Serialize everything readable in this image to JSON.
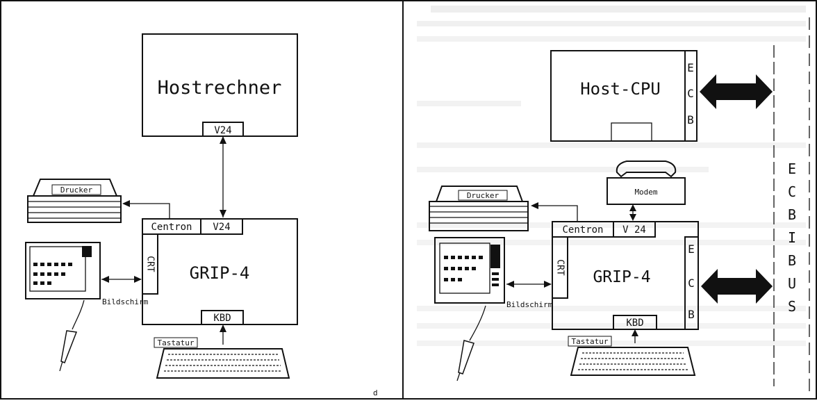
{
  "left_panel": {
    "host": {
      "title": "Hostrechner",
      "port": "V24"
    },
    "grip": {
      "title": "GRIP-4",
      "port_centron": "Centron",
      "port_v24": "V24",
      "port_crt": "CRT",
      "port_kbd": "KBD"
    },
    "printer_label": "Drucker",
    "screen_label": "Bildschirm",
    "keyboard_label": "Tastatur",
    "corner_mark": "d"
  },
  "right_panel": {
    "host": {
      "title": "Host-CPU",
      "ecb": "ECB"
    },
    "grip": {
      "title": "GRIP-4",
      "port_centron": "Centron",
      "port_v24": "V 24",
      "port_crt": "CRT",
      "port_kbd": "KBD",
      "ecb": "ECB"
    },
    "printer_label": "Drucker",
    "modem_label": "Modem",
    "screen_label": "Bildschirm",
    "keyboard_label": "Tastatur",
    "bus_label": "ECBIBUS"
  },
  "colors": {
    "ink": "#111111",
    "paper": "#ffffff"
  }
}
